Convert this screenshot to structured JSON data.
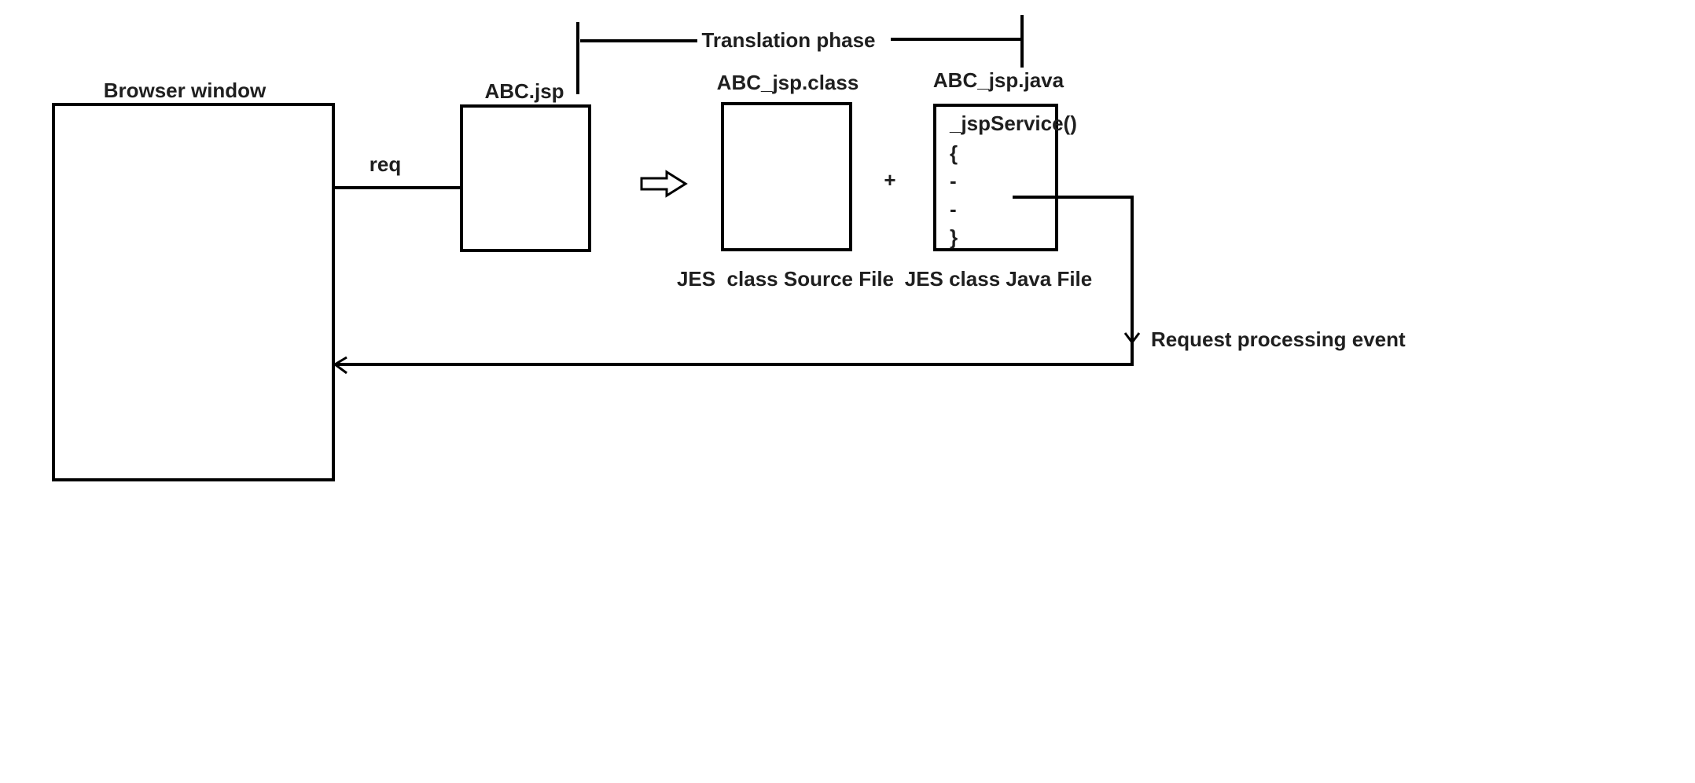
{
  "labels": {
    "browser_window": "Browser window",
    "req": "req",
    "abc_jsp": "ABC.jsp",
    "translation_phase": "Translation phase",
    "abc_jsp_class": "ABC_jsp.class",
    "abc_jsp_java": "ABC_jsp.java",
    "plus": "+",
    "class_source_file": "JES  class Source File",
    "class_java_file": "JES class Java File",
    "request_processing_event": "Request processing event"
  },
  "code": {
    "line1": "_jspService()",
    "line2": "{",
    "line3": "-",
    "line4": "-",
    "line5": "}"
  }
}
